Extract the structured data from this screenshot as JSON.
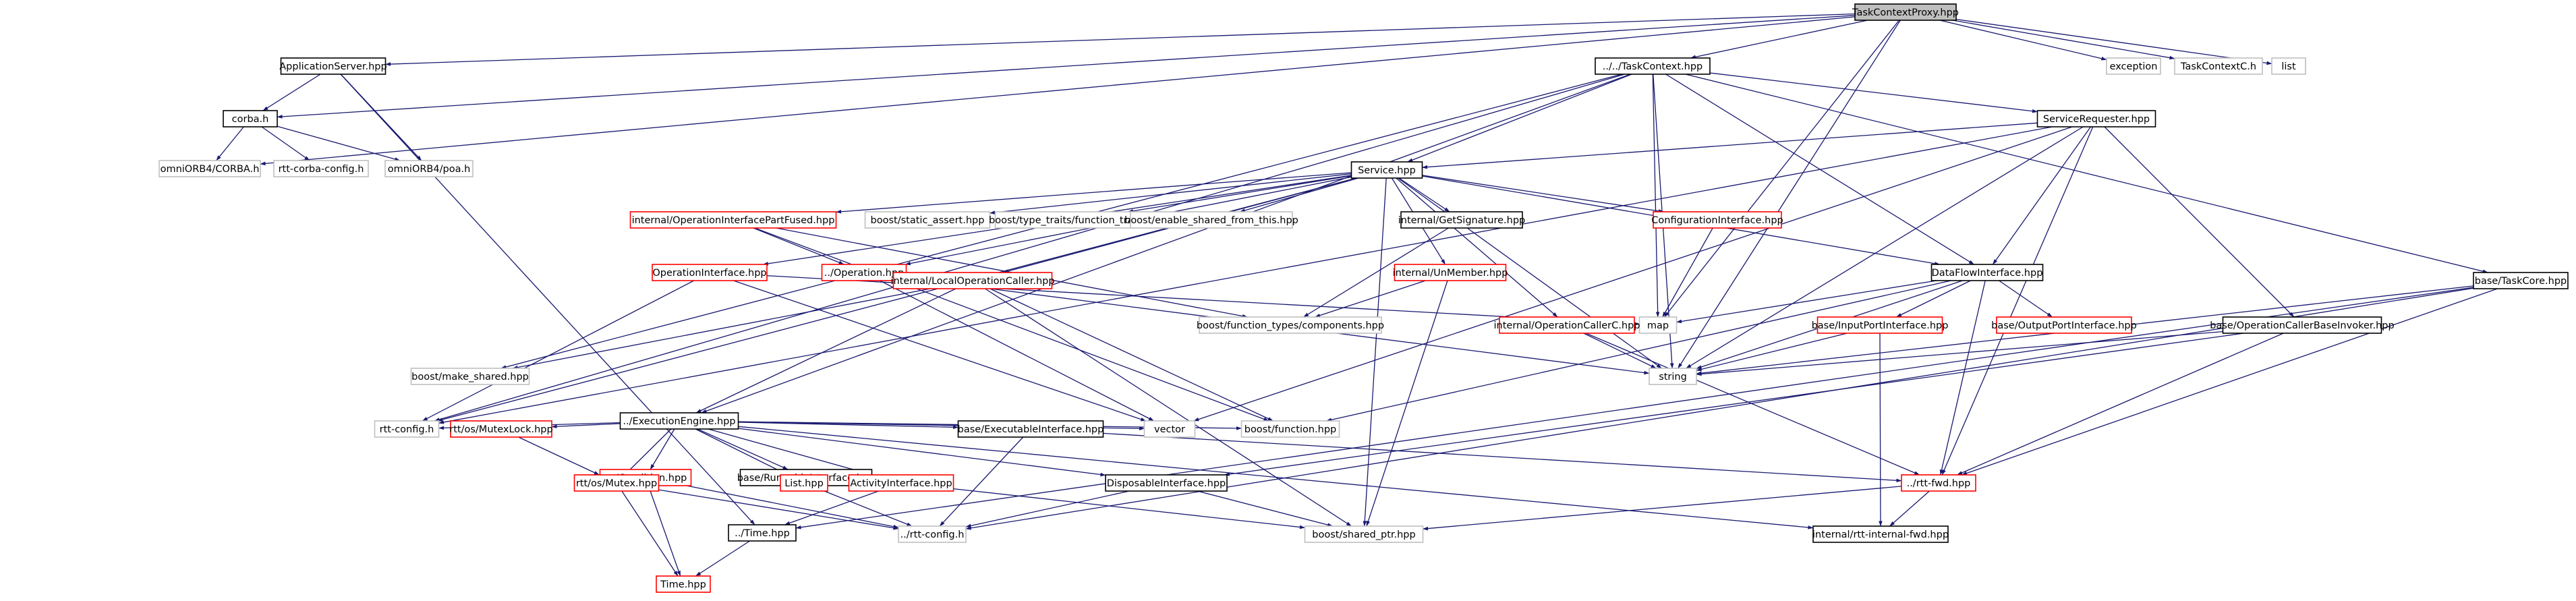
{
  "diagram": {
    "title": "TaskContextProxy.hpp",
    "styles": {
      "root": {
        "fill": "#bfbfbf",
        "stroke": "#000000"
      },
      "local": {
        "fill": "#ffffff",
        "stroke": "#000000"
      },
      "external": {
        "fill": "#ffffff",
        "stroke": "#bfbfbf"
      },
      "missing": {
        "fill": "#ffffff",
        "stroke": "#ff0000"
      },
      "edge": "#191970",
      "text": "#000000"
    },
    "nodes": [
      {
        "id": "n0",
        "label": "TaskContextProxy.hpp",
        "style": "root"
      },
      {
        "id": "n1",
        "label": "ApplicationServer.hpp",
        "style": "local"
      },
      {
        "id": "n2",
        "label": "corba.h",
        "style": "local"
      },
      {
        "id": "n3",
        "label": "omniORB4/CORBA.h",
        "style": "external"
      },
      {
        "id": "n4",
        "label": "rtt-corba-config.h",
        "style": "external"
      },
      {
        "id": "n5",
        "label": "omniORB4/poa.h",
        "style": "external"
      },
      {
        "id": "n6",
        "label": "../../TaskContext.hpp",
        "style": "local"
      },
      {
        "id": "n7",
        "label": "exception",
        "style": "external"
      },
      {
        "id": "n8",
        "label": "TaskContextC.h",
        "style": "external"
      },
      {
        "id": "n9",
        "label": "list",
        "style": "external"
      },
      {
        "id": "n10",
        "label": "ServiceRequester.hpp",
        "style": "local"
      },
      {
        "id": "n11",
        "label": "Service.hpp",
        "style": "local"
      },
      {
        "id": "n12",
        "label": "base/TaskCore.hpp",
        "style": "local"
      },
      {
        "id": "n13",
        "label": "internal/OperationInterfacePartFused.hpp",
        "style": "missing"
      },
      {
        "id": "n14",
        "label": "boost/static_assert.hpp",
        "style": "external"
      },
      {
        "id": "n15",
        "label": "boost/type_traits/function_traits.hpp",
        "style": "external"
      },
      {
        "id": "n16",
        "label": "boost/enable_shared_from_this.hpp",
        "style": "external"
      },
      {
        "id": "n17",
        "label": "internal/GetSignature.hpp",
        "style": "local"
      },
      {
        "id": "n18",
        "label": "ConfigurationInterface.hpp",
        "style": "missing"
      },
      {
        "id": "n19",
        "label": "OperationInterface.hpp",
        "style": "missing"
      },
      {
        "id": "n20",
        "label": "../Operation.hpp",
        "style": "missing"
      },
      {
        "id": "n21",
        "label": "internal/UnMember.hpp",
        "style": "missing"
      },
      {
        "id": "n22",
        "label": "DataFlowInterface.hpp",
        "style": "local"
      },
      {
        "id": "n23",
        "label": "internal/LocalOperationCaller.hpp",
        "style": "missing"
      },
      {
        "id": "n24",
        "label": "boost/function_types/components.hpp",
        "style": "external"
      },
      {
        "id": "n25",
        "label": "map",
        "style": "external"
      },
      {
        "id": "n26",
        "label": "internal/OperationCallerC.hpp",
        "style": "missing"
      },
      {
        "id": "n27",
        "label": "base/InputPortInterface.hpp",
        "style": "missing"
      },
      {
        "id": "n28",
        "label": "base/OutputPortInterface.hpp",
        "style": "missing"
      },
      {
        "id": "n29",
        "label": "base/OperationCallerBaseInvoker.hpp",
        "style": "local"
      },
      {
        "id": "n30",
        "label": "boost/make_shared.hpp",
        "style": "external"
      },
      {
        "id": "n31",
        "label": "string",
        "style": "external"
      },
      {
        "id": "n32",
        "label": "../ExecutionEngine.hpp",
        "style": "local"
      },
      {
        "id": "n33",
        "label": "rtt-config.h",
        "style": "external"
      },
      {
        "id": "n34",
        "label": "rtt/os/MutexLock.hpp",
        "style": "missing"
      },
      {
        "id": "n35",
        "label": "os/Condition.hpp",
        "style": "missing"
      },
      {
        "id": "n36",
        "label": "base/RunnableInterface.hpp",
        "style": "local"
      },
      {
        "id": "n37",
        "label": "base/ExecutableInterface.hpp",
        "style": "local"
      },
      {
        "id": "n38",
        "label": "vector",
        "style": "external"
      },
      {
        "id": "n39",
        "label": "boost/function.hpp",
        "style": "external"
      },
      {
        "id": "n40",
        "label": "rtt/os/Mutex.hpp",
        "style": "missing"
      },
      {
        "id": "n41",
        "label": "List.hpp",
        "style": "missing"
      },
      {
        "id": "n42",
        "label": "ActivityInterface.hpp",
        "style": "missing"
      },
      {
        "id": "n43",
        "label": "DisposableInterface.hpp",
        "style": "local"
      },
      {
        "id": "n44",
        "label": "../rtt-fwd.hpp",
        "style": "missing"
      },
      {
        "id": "n45",
        "label": "../Time.hpp",
        "style": "local"
      },
      {
        "id": "n46",
        "label": "../rtt-config.h",
        "style": "external"
      },
      {
        "id": "n47",
        "label": "boost/shared_ptr.hpp",
        "style": "external"
      },
      {
        "id": "n48",
        "label": "internal/rtt-internal-fwd.hpp",
        "style": "local"
      },
      {
        "id": "n49",
        "label": "Time.hpp",
        "style": "missing"
      }
    ],
    "edges": [
      [
        "n0",
        "n1"
      ],
      [
        "n0",
        "n2"
      ],
      [
        "n0",
        "n3"
      ],
      [
        "n0",
        "n6"
      ],
      [
        "n0",
        "n7"
      ],
      [
        "n0",
        "n8"
      ],
      [
        "n0",
        "n9"
      ],
      [
        "n0",
        "n25"
      ],
      [
        "n0",
        "n31"
      ],
      [
        "n1",
        "n2"
      ],
      [
        "n1",
        "n5"
      ],
      [
        "n1",
        "n45"
      ],
      [
        "n2",
        "n3"
      ],
      [
        "n2",
        "n4"
      ],
      [
        "n2",
        "n5"
      ],
      [
        "n6",
        "n10"
      ],
      [
        "n6",
        "n11"
      ],
      [
        "n6",
        "n12"
      ],
      [
        "n6",
        "n22"
      ],
      [
        "n6",
        "n25"
      ],
      [
        "n6",
        "n30"
      ],
      [
        "n6",
        "n32"
      ],
      [
        "n6",
        "n33"
      ],
      [
        "n6",
        "n31"
      ],
      [
        "n10",
        "n11"
      ],
      [
        "n10",
        "n22"
      ],
      [
        "n10",
        "n29"
      ],
      [
        "n10",
        "n31"
      ],
      [
        "n10",
        "n33"
      ],
      [
        "n10",
        "n44"
      ],
      [
        "n10",
        "n38"
      ],
      [
        "n11",
        "n13"
      ],
      [
        "n11",
        "n14"
      ],
      [
        "n11",
        "n15"
      ],
      [
        "n11",
        "n16"
      ],
      [
        "n11",
        "n17"
      ],
      [
        "n11",
        "n18"
      ],
      [
        "n11",
        "n19"
      ],
      [
        "n11",
        "n20"
      ],
      [
        "n11",
        "n21"
      ],
      [
        "n11",
        "n22"
      ],
      [
        "n11",
        "n23"
      ],
      [
        "n11",
        "n26"
      ],
      [
        "n11",
        "n33"
      ],
      [
        "n11",
        "n31"
      ],
      [
        "n11",
        "n47"
      ],
      [
        "n12",
        "n31"
      ],
      [
        "n12",
        "n44"
      ],
      [
        "n12",
        "n45"
      ],
      [
        "n12",
        "n46"
      ],
      [
        "n13",
        "n20"
      ],
      [
        "n13",
        "n24"
      ],
      [
        "n13",
        "n39"
      ],
      [
        "n17",
        "n24"
      ],
      [
        "n18",
        "n25"
      ],
      [
        "n19",
        "n33"
      ],
      [
        "n19",
        "n25"
      ],
      [
        "n19",
        "n38"
      ],
      [
        "n20",
        "n23"
      ],
      [
        "n20",
        "n31"
      ],
      [
        "n20",
        "n38"
      ],
      [
        "n21",
        "n24"
      ],
      [
        "n21",
        "n47"
      ],
      [
        "n22",
        "n25"
      ],
      [
        "n22",
        "n27"
      ],
      [
        "n22",
        "n28"
      ],
      [
        "n22",
        "n31"
      ],
      [
        "n22",
        "n39"
      ],
      [
        "n22",
        "n44"
      ],
      [
        "n23",
        "n32"
      ],
      [
        "n23",
        "n30"
      ],
      [
        "n23",
        "n39"
      ],
      [
        "n23",
        "n47"
      ],
      [
        "n26",
        "n31"
      ],
      [
        "n26",
        "n44"
      ],
      [
        "n27",
        "n31"
      ],
      [
        "n27",
        "n48"
      ],
      [
        "n29",
        "n31"
      ],
      [
        "n29",
        "n43"
      ],
      [
        "n29",
        "n44"
      ],
      [
        "n32",
        "n33"
      ],
      [
        "n32",
        "n34"
      ],
      [
        "n32",
        "n35"
      ],
      [
        "n32",
        "n36"
      ],
      [
        "n32",
        "n37"
      ],
      [
        "n32",
        "n38"
      ],
      [
        "n32",
        "n39"
      ],
      [
        "n32",
        "n40"
      ],
      [
        "n32",
        "n41"
      ],
      [
        "n32",
        "n42"
      ],
      [
        "n32",
        "n43"
      ],
      [
        "n32",
        "n48"
      ],
      [
        "n34",
        "n40"
      ],
      [
        "n35",
        "n40"
      ],
      [
        "n35",
        "n46"
      ],
      [
        "n35",
        "n49"
      ],
      [
        "n36",
        "n42"
      ],
      [
        "n37",
        "n44"
      ],
      [
        "n37",
        "n46"
      ],
      [
        "n40",
        "n49"
      ],
      [
        "n40",
        "n46"
      ],
      [
        "n41",
        "n46"
      ],
      [
        "n42",
        "n45"
      ],
      [
        "n42",
        "n47"
      ],
      [
        "n43",
        "n46"
      ],
      [
        "n43",
        "n47"
      ],
      [
        "n44",
        "n47"
      ],
      [
        "n44",
        "n48"
      ],
      [
        "n45",
        "n49"
      ]
    ]
  }
}
